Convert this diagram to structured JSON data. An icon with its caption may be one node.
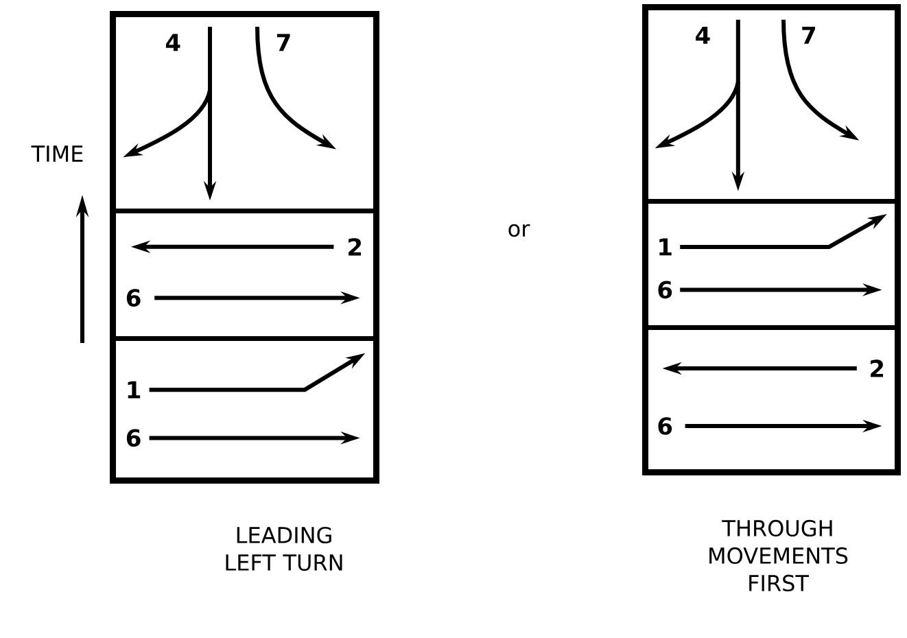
{
  "diagram": {
    "nodes": [
      {
        "text": [],
        "shape": "box",
        "beside": [
          "LEADING LEFT TURN"
        ]
      },
      {
        "text": [
          "4",
          "7"
        ],
        "in": 0
      },
      {
        "text": [
          "2",
          "6"
        ],
        "in": 0
      },
      {
        "text": [
          "1",
          "6"
        ],
        "in": 0
      },
      {
        "text": [],
        "shape": "box",
        "beside": [
          "THROUGH MOVEMENTS FIRST"
        ]
      },
      {
        "text": [
          "4",
          "7"
        ],
        "in": 4
      },
      {
        "text": [
          "1",
          "6"
        ],
        "in": 4
      },
      {
        "text": [
          "2",
          "6"
        ],
        "in": 4
      }
    ],
    "labels": [
      "TIME",
      "or"
    ]
  }
}
